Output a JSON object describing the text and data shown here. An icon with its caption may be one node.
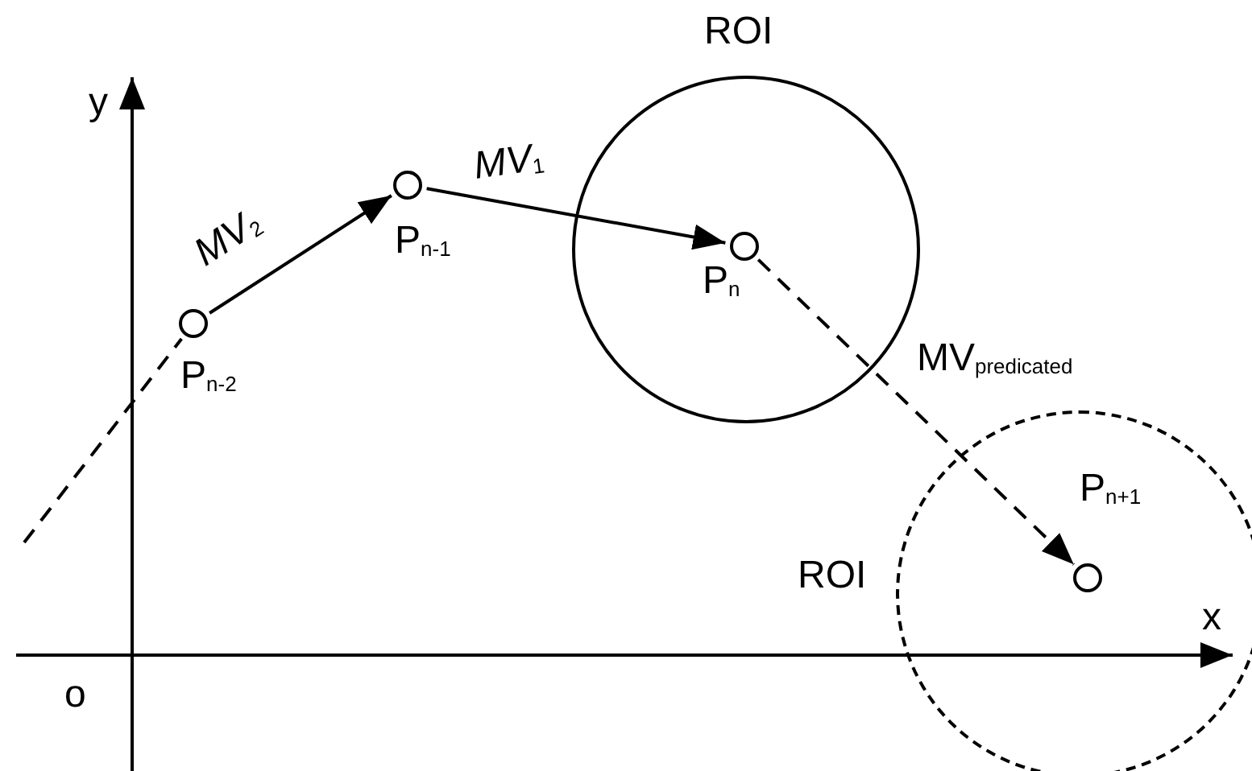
{
  "diagram": {
    "nodes": [
      {
        "text": [],
        "shape": "circle",
        "beside": [
          "P$_{n-2}$"
        ]
      },
      {
        "text": [],
        "shape": "circle",
        "beside": [
          "P$_{n-1}$"
        ]
      },
      {
        "text": [
          "ROI"
        ]
      },
      {
        "text": [],
        "shape": "circle",
        "beside": [
          "P$_{n}$"
        ],
        "in": 2
      },
      {
        "text": [
          "ROI"
        ]
      },
      {
        "text": [],
        "shape": "circle",
        "beside": [
          "P$_{n+1}$"
        ],
        "in": 4
      }
    ],
    "edges": [
      {
        "from": null,
        "to": 0,
        "arrow": "none",
        "style": "dashed"
      },
      {
        "from": 0,
        "to": 1,
        "arrow": "to",
        "label": "*MV*$_{2}$"
      },
      {
        "from": 1,
        "to": 3,
        "arrow": "to",
        "label": "*MV*$_{1}$"
      },
      {
        "from": 3,
        "to": 5,
        "arrow": "to",
        "style": "dashed",
        "label": "MV$_{predicated}$"
      }
    ],
    "labels": [
      "y",
      "x",
      "o"
    ]
  }
}
